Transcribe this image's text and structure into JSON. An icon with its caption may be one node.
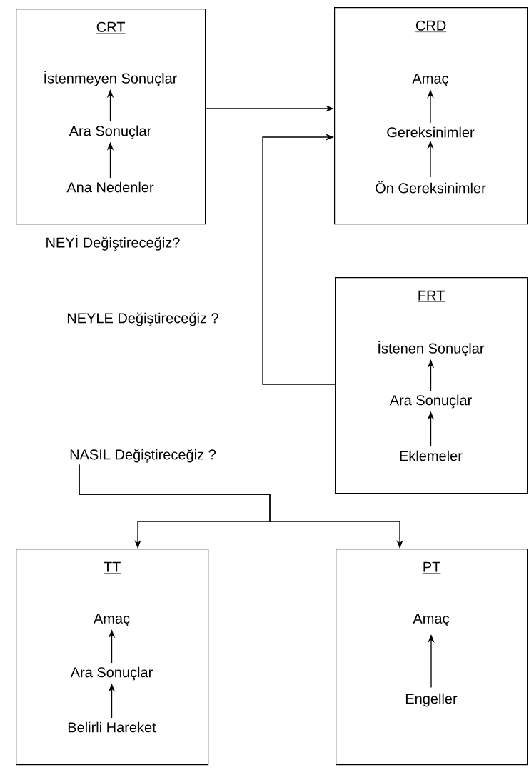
{
  "diagram": {
    "nodes": [
      {
        "text": [
          "CRT"
        ]
      },
      {
        "text": [
          "İstenmeyen Sonuçlar"
        ],
        "in": 0
      },
      {
        "text": [
          "Ara Sonuçlar"
        ],
        "in": 0
      },
      {
        "text": [
          "Ana Nedenler"
        ],
        "in": 0
      },
      {
        "text": [
          "CRD"
        ]
      },
      {
        "text": [
          "Amaç"
        ],
        "in": 4
      },
      {
        "text": [
          "Gereksinimler"
        ],
        "in": 4
      },
      {
        "text": [
          "Ön Gereksinimler"
        ],
        "in": 4
      },
      {
        "text": [
          "FRT"
        ]
      },
      {
        "text": [
          "İstenen Sonuçlar"
        ],
        "in": 8
      },
      {
        "text": [
          "Ara Sonuçlar"
        ],
        "in": 8
      },
      {
        "text": [
          "Eklemeler"
        ],
        "in": 8
      },
      {
        "text": [
          "NASIL Değiştireceğiz ?"
        ]
      },
      {
        "text": [
          "TT"
        ]
      },
      {
        "text": [
          "Amaç"
        ],
        "in": 13
      },
      {
        "text": [
          "Ara Sonuçlar"
        ],
        "in": 13
      },
      {
        "text": [
          "Belirli Hareket"
        ],
        "in": 13
      },
      {
        "text": [
          "PT"
        ]
      },
      {
        "text": [
          "Amaç"
        ],
        "in": 17
      },
      {
        "text": [
          "Engeller"
        ],
        "in": 17
      }
    ],
    "edges": [
      {
        "from": 3,
        "to": 2,
        "arrow": "to"
      },
      {
        "from": 2,
        "to": 1,
        "arrow": "to"
      },
      {
        "from": 7,
        "to": 6,
        "arrow": "to"
      },
      {
        "from": 6,
        "to": 5,
        "arrow": "to"
      },
      {
        "from": 0,
        "to": 4,
        "arrow": "to"
      },
      {
        "from": 8,
        "to": 4,
        "arrow": "to"
      },
      {
        "from": 11,
        "to": 10,
        "arrow": "to"
      },
      {
        "from": 10,
        "to": 9,
        "arrow": "to"
      },
      {
        "from": 12,
        "to": 13,
        "arrow": "to"
      },
      {
        "from": 12,
        "to": 17,
        "arrow": "to"
      },
      {
        "from": 16,
        "to": 15,
        "arrow": "to"
      },
      {
        "from": 15,
        "to": 14,
        "arrow": "to"
      },
      {
        "from": 19,
        "to": 18,
        "arrow": "to"
      }
    ],
    "labels": [
      "NEYİ Değiştireceğiz?",
      "NEYLE Değiştireceğiz ?"
    ]
  }
}
